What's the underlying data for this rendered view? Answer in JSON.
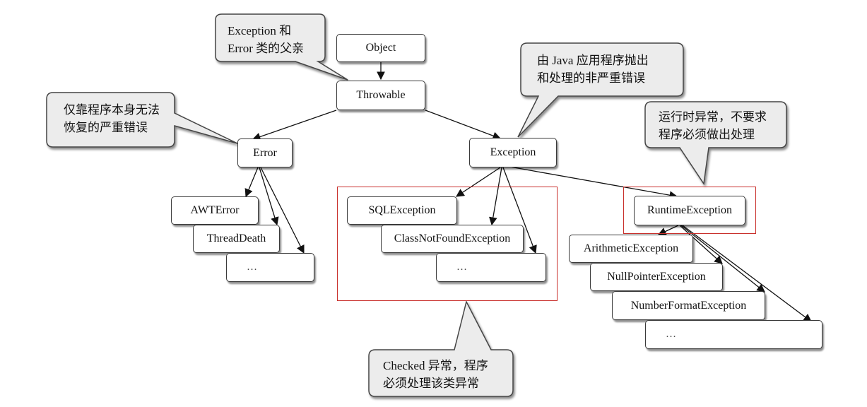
{
  "nodes": {
    "object": "Object",
    "throwable": "Throwable",
    "error": "Error",
    "exception": "Exception",
    "awt_error": "AWTError",
    "thread_death": "ThreadDeath",
    "error_more": "…",
    "sql_exception": "SQLException",
    "class_not_found": "ClassNotFoundException",
    "checked_more": "…",
    "runtime_exception": "RuntimeException",
    "arithmetic_exception": "ArithmeticException",
    "null_pointer_exception": "NullPointerException",
    "number_format_exception": "NumberFormatException",
    "runtime_more": "…"
  },
  "callouts": {
    "parent": [
      "Exception 和",
      "Error 类的父亲"
    ],
    "error_desc": [
      "仅靠程序本身无法",
      "恢复的严重错误"
    ],
    "exception_desc": [
      "由 Java 应用程序抛出",
      "和处理的非严重错误"
    ],
    "runtime_desc": [
      "运行时异常，不要求",
      "程序必须做出处理"
    ],
    "checked_desc": [
      "Checked 异常，程序",
      "必须处理该类异常"
    ]
  },
  "colors": {
    "callout_fill": "#ececec",
    "group_border": "#c9302c"
  }
}
